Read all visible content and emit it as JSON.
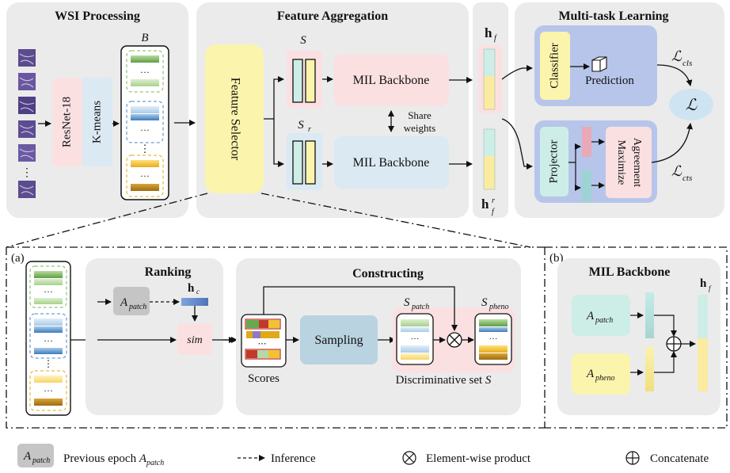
{
  "panels": {
    "wsi": {
      "title": "WSI Processing",
      "resnet": "ResNet-18",
      "kmeans": "K-means",
      "bag_label": "B",
      "ellipsis": "⋮"
    },
    "feature": {
      "title": "Feature Aggregation",
      "selector": "Feature Selector",
      "s_label": "S",
      "sr_label": "S",
      "sr_sub": "r",
      "mil_top": "MIL Backbone",
      "mil_bottom": "MIL Backbone",
      "share_1": "Share",
      "share_2": "weights"
    },
    "hf_column": {
      "hf_label": "h",
      "hf_sub": "f",
      "hfr_label": "h",
      "hfr_sub": "f",
      "hfr_sup": "r"
    },
    "multitask": {
      "title": "Multi-task Learning",
      "classifier": "Classifier",
      "prediction": "Prediction",
      "projector": "Projector",
      "maximize_1": "Maximize",
      "maximize_2": "Agreement",
      "loss_center": "ℒ",
      "loss_cls": "ℒ",
      "loss_cls_sub": "cls",
      "loss_cts": "ℒ",
      "loss_cts_sub": "cts"
    },
    "a": {
      "tag": "(a)",
      "ranking_title": "Ranking",
      "apatch": "A",
      "apatch_sub": "patch",
      "hc": "h",
      "hc_sub": "c",
      "sim": "sim",
      "constructing_title": "Constructing",
      "scores": "Scores",
      "sampling": "Sampling",
      "spatch": "S",
      "spatch_sub": "patch",
      "spheno": "S",
      "spheno_sub": "pheno",
      "disc_set": "Discriminative set ",
      "disc_set_var": "S",
      "ellipsis": "⋯"
    },
    "b": {
      "tag": "(b)",
      "title": "MIL Backbone",
      "apatch": "A",
      "apatch_sub": "patch",
      "apheno": "A",
      "apheno_sub": "pheno",
      "hf": "h",
      "hf_sub": "f"
    }
  },
  "legend": {
    "prev_box": "A",
    "prev_box_sub": "patch",
    "prev_text": "Previous epoch ",
    "prev_var": "A",
    "prev_var_sub": "patch",
    "inference": "Inference",
    "product": "Element-wise product",
    "concat": "Concatenate"
  },
  "colors": {
    "panel_gray": "#ebebeb",
    "resnet_pink": "#fbe0e2",
    "kmeans_blue": "#dbe9f3",
    "selector_yellow": "#fbf4ad",
    "mil_pink": "#fbe0e2",
    "mil_blue": "#dbe9f3",
    "multitask_box": "#b7c5ea",
    "classifier_yellow": "#fbf4ad",
    "projector_teal": "#cdeee6",
    "loss_ellipse": "#cfe4f2",
    "green_stack": "#6aa84f",
    "blue_stack": "#4a86c5",
    "gold_stack": "#e8b730"
  }
}
